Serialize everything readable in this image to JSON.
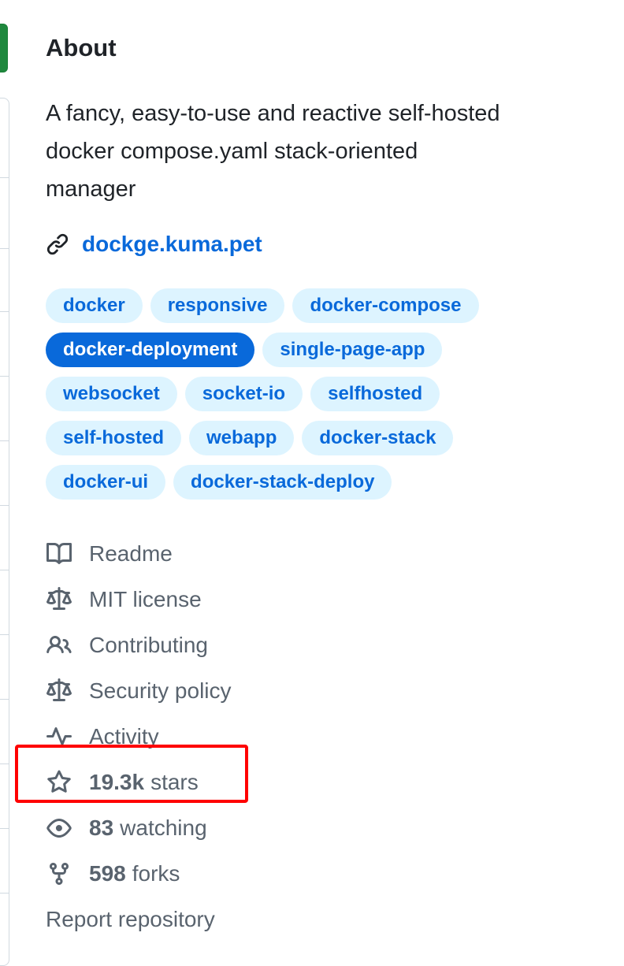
{
  "about": {
    "title": "About",
    "description": "A fancy, easy-to-use and reactive self-hosted docker compose.yaml stack-oriented manager",
    "homepage": {
      "icon": "link-icon",
      "label": "dockge.kuma.pet"
    },
    "topics": [
      {
        "label": "docker",
        "active": false
      },
      {
        "label": "responsive",
        "active": false
      },
      {
        "label": "docker-compose",
        "active": false
      },
      {
        "label": "docker-deployment",
        "active": true
      },
      {
        "label": "single-page-app",
        "active": false
      },
      {
        "label": "websocket",
        "active": false
      },
      {
        "label": "socket-io",
        "active": false
      },
      {
        "label": "selfhosted",
        "active": false
      },
      {
        "label": "self-hosted",
        "active": false
      },
      {
        "label": "webapp",
        "active": false
      },
      {
        "label": "docker-stack",
        "active": false
      },
      {
        "label": "docker-ui",
        "active": false
      },
      {
        "label": "docker-stack-deploy",
        "active": false
      }
    ],
    "links": {
      "readme": {
        "icon": "book-icon",
        "label": "Readme"
      },
      "license": {
        "icon": "law-icon",
        "label": "MIT license"
      },
      "contributing": {
        "icon": "people-icon",
        "label": "Contributing"
      },
      "security": {
        "icon": "law-icon",
        "label": "Security policy"
      },
      "activity": {
        "icon": "pulse-icon",
        "label": "Activity"
      },
      "stars": {
        "icon": "star-icon",
        "count": "19.3k",
        "label": "stars"
      },
      "watching": {
        "icon": "eye-icon",
        "count": "83",
        "label": "watching"
      },
      "forks": {
        "icon": "repo-forked-icon",
        "count": "598",
        "label": "forks"
      }
    },
    "report_label": "Report repository"
  },
  "colors": {
    "link": "#0969da",
    "topic_bg": "#ddf4ff",
    "muted_text": "#59636e",
    "highlight": "#ff0000"
  }
}
